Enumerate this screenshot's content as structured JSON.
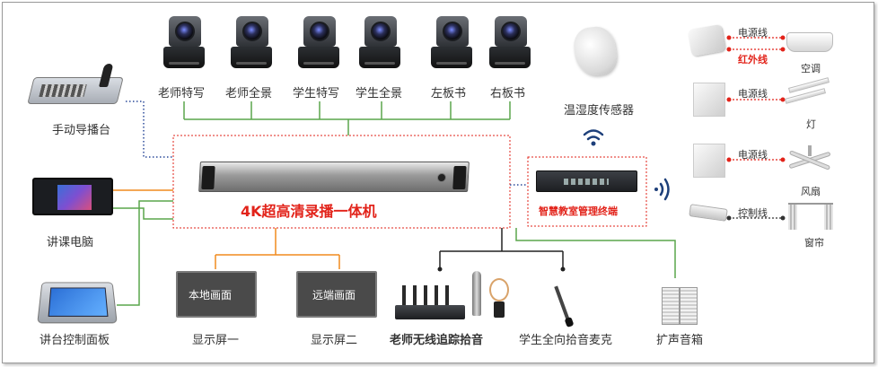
{
  "cameras": [
    {
      "label": "老师特写"
    },
    {
      "label": "老师全景"
    },
    {
      "label": "学生特写"
    },
    {
      "label": "学生全景"
    },
    {
      "label": "左板书"
    },
    {
      "label": "右板书"
    }
  ],
  "sensor": {
    "label": "温湿度传感器"
  },
  "host": {
    "label": "4K超高清录播一体机"
  },
  "terminal": {
    "label": "智慧教室管理终端"
  },
  "left_devices": [
    {
      "label": "手动导播台"
    },
    {
      "label": "讲课电脑"
    },
    {
      "label": "讲台控制面板"
    }
  ],
  "screens": [
    {
      "screen_text": "本地画面",
      "label": "显示屏一"
    },
    {
      "screen_text": "远端画面",
      "label": "显示屏二"
    }
  ],
  "audio": {
    "wireless_mic": "老师无线追踪拾音",
    "student_mic": "学生全向拾音麦克",
    "speaker": "扩声音箱"
  },
  "appliances": [
    {
      "cable1": "电源线",
      "cable2": "红外线",
      "label": "空调"
    },
    {
      "cable1": "电源线",
      "label": "灯"
    },
    {
      "cable1": "电源线",
      "label": "风扇"
    },
    {
      "cable1": "控制线",
      "label": "窗帘"
    }
  ],
  "colors": {
    "green_line": "#5aa64c",
    "orange_line": "#f08a1e",
    "blue_dot": "#2b4a9a",
    "red_accent": "#e2231a"
  }
}
